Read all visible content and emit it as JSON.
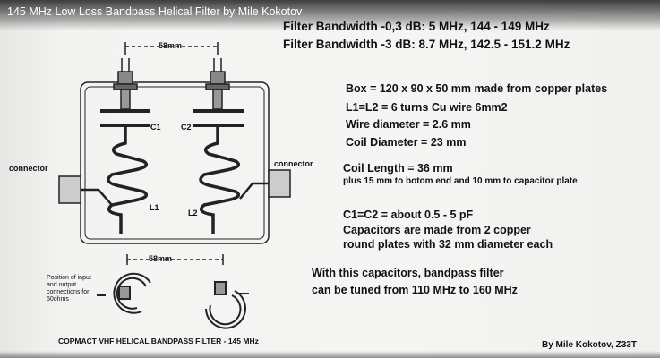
{
  "video_title": "145 MHz Low Loss Bandpass Helical Filter by Mile Kokotov",
  "specs": {
    "bw_03": "Filter Bandwidth -0,3 dB: 5 MHz, 144 - 149 MHz",
    "bw_3": "Filter Bandwidth -3 dB: 8.7 MHz, 142.5 - 151.2 MHz",
    "box": "Box = 120 x 90 x 50 mm made from copper plates",
    "coils": "L1=L2 = 6 turns Cu wire 6mm2",
    "wire": "Wire diameter = 2.6 mm",
    "coil_diameter": "Coil Diameter = 23 mm",
    "coil_length": "Coil Length = 36 mm",
    "coil_note": "plus 15 mm to botom end and 10 mm to capacitor plate",
    "caps": "C1=C2 = about 0.5 - 5 pF",
    "caps_note_1": "Capacitors are made from 2 copper",
    "caps_note_2": "round plates with 32 mm diameter each",
    "tuning_1": "With this capacitors, bandpass filter",
    "tuning_2": "can be tuned from 110 MHz to 160 MHz"
  },
  "diagram": {
    "spacing_top": "58mm",
    "spacing_bottom": "58mm",
    "c1": "C1",
    "c2": "C2",
    "l1": "L1",
    "l2": "L2",
    "connector_left": "connector",
    "connector_right": "connector",
    "position_note": "Position of input and output connections for 50ohms",
    "caption": "COPMACT VHF HELICAL BANDPASS FILTER  - 145 MHz"
  },
  "credit": "By Mile Kokotov, Z33T"
}
